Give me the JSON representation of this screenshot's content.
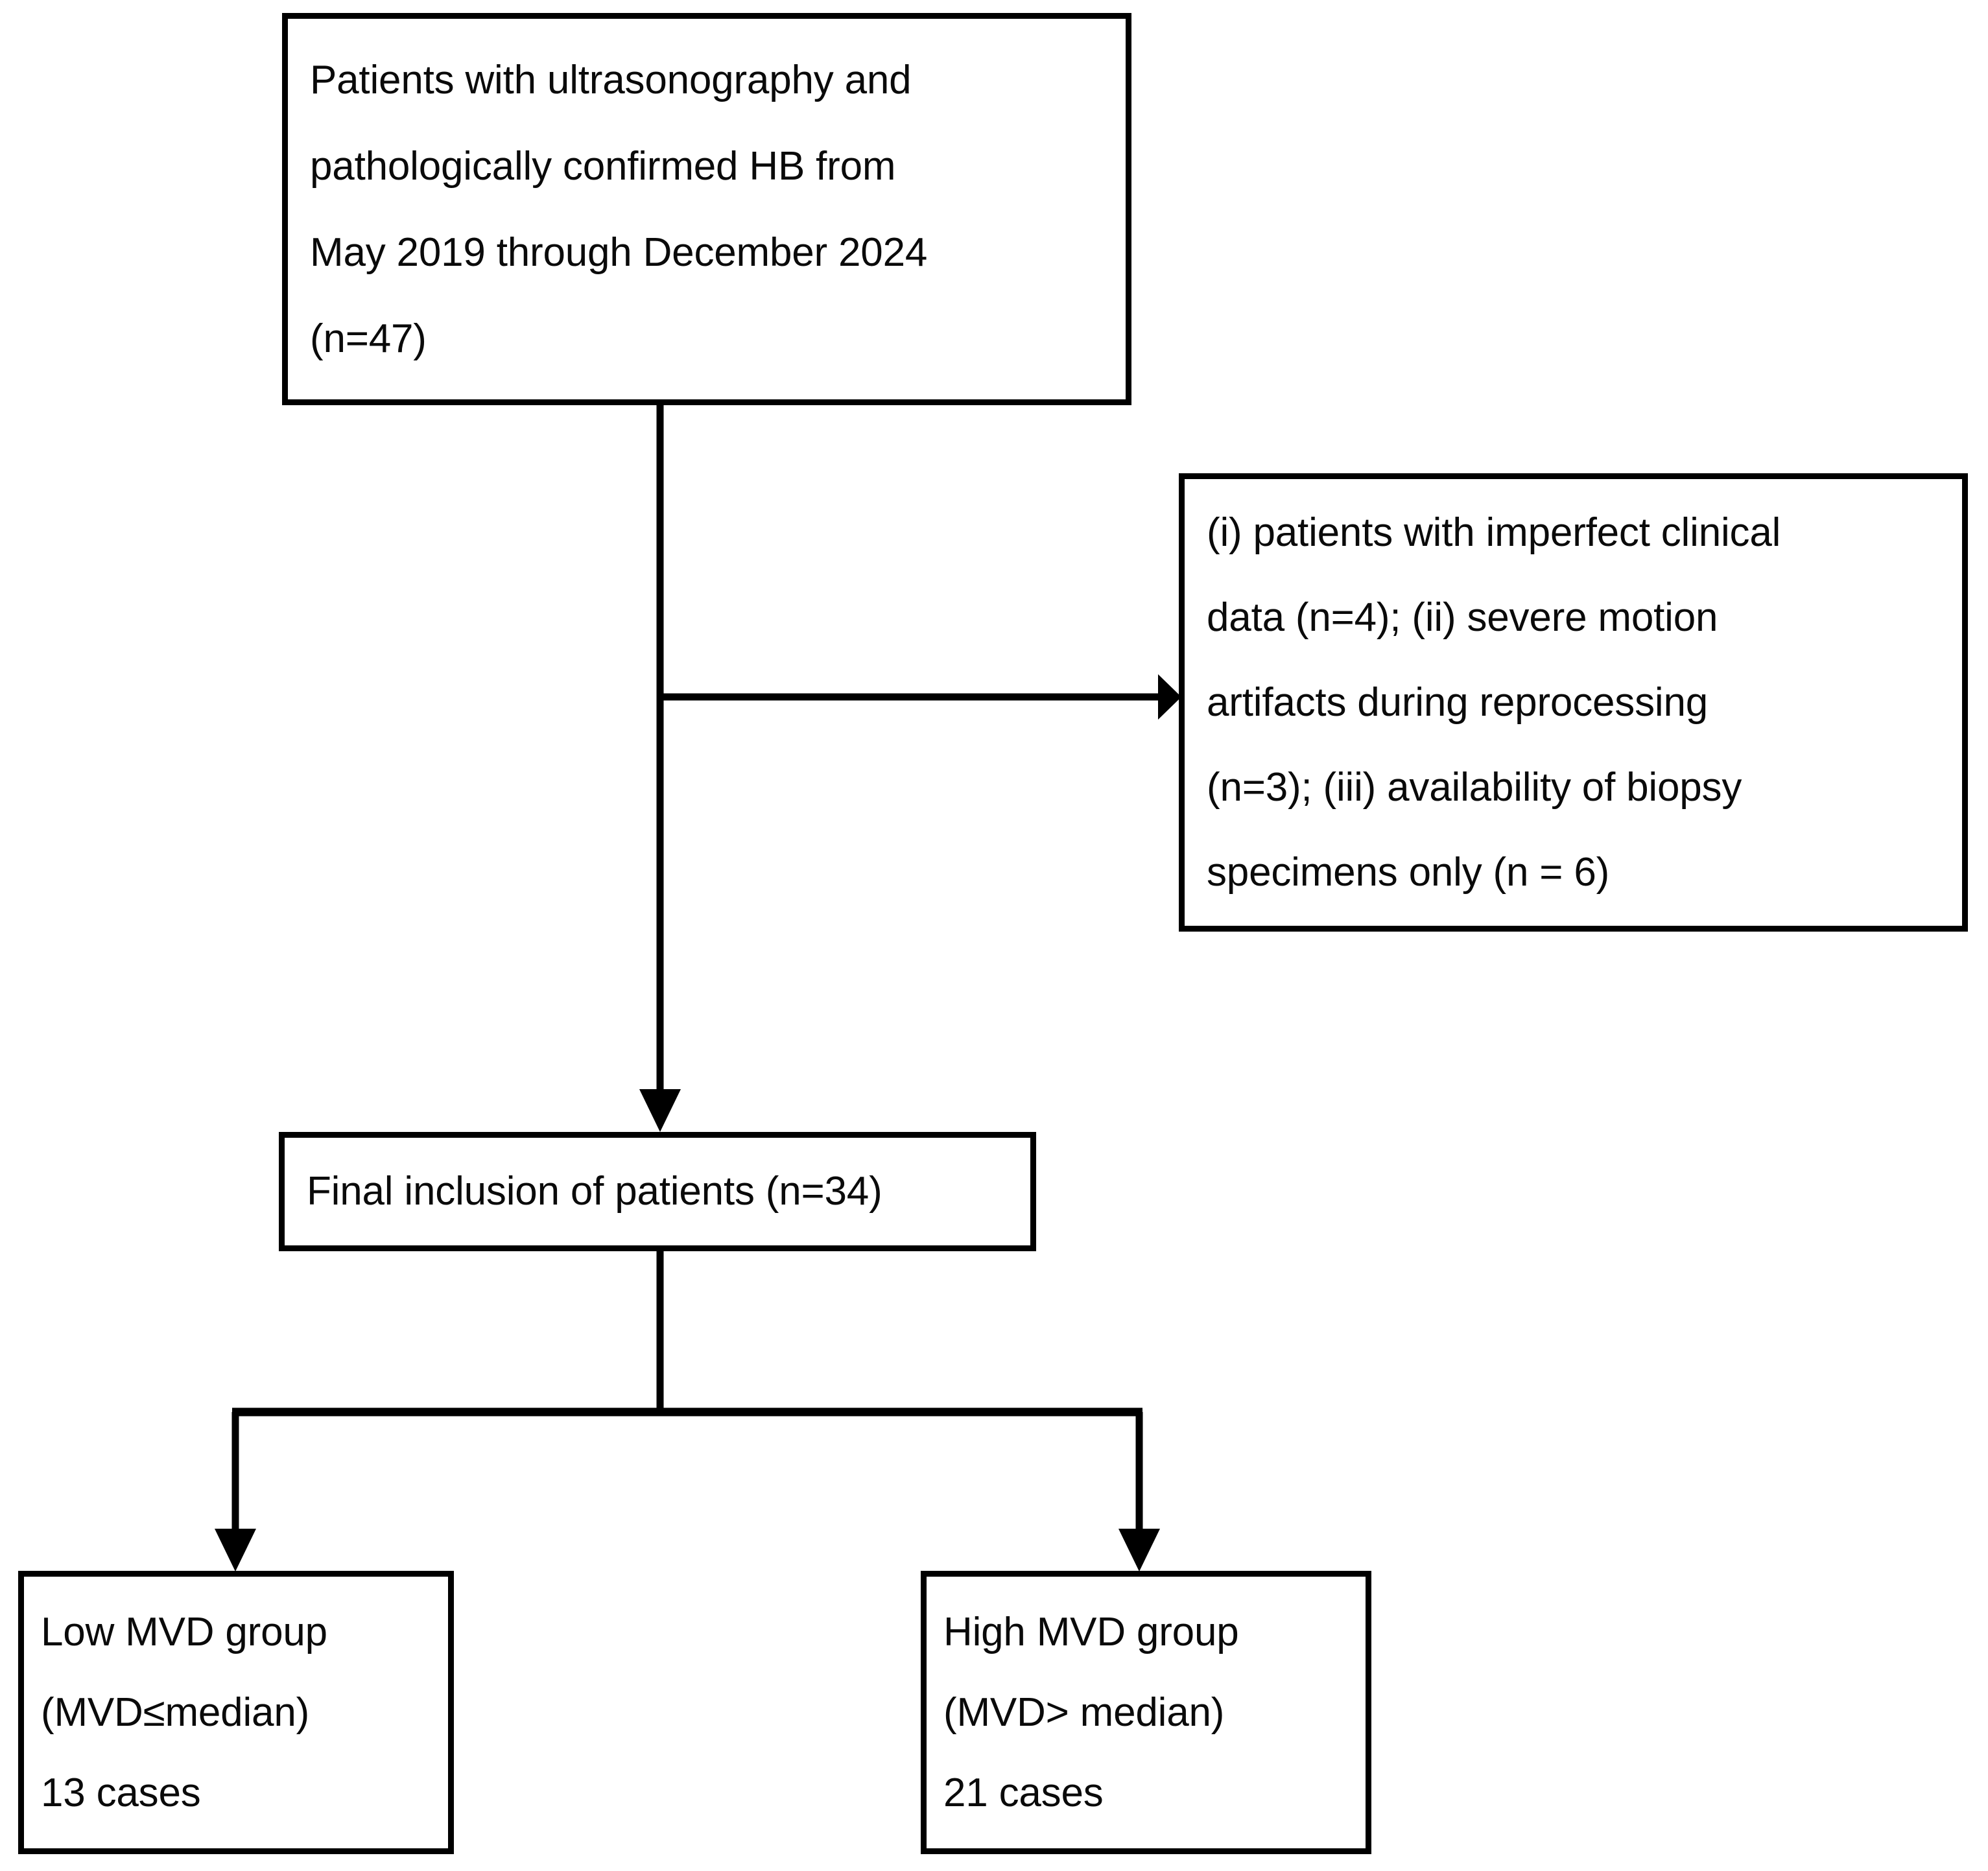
{
  "figure": {
    "type": "flowchart",
    "orientation": "top-to-bottom",
    "stroke_color": "#000000",
    "text_color": "#0a0a0a",
    "background_color": "#ffffff"
  },
  "nodes": {
    "source": {
      "id": "source-cohort",
      "lines": [
        "Patients with ultrasonography and",
        "pathologically confirmed HB from",
        "May 2019 through December 2024",
        "(n=47)"
      ]
    },
    "excluded": {
      "id": "exclusion-criteria",
      "lines": [
        "(i) patients with imperfect clinical",
        "data (n=4); (ii) severe motion",
        "artifacts during reprocessing",
        "(n=3); (iii) availability of biopsy",
        "specimens only (n = 6)"
      ]
    },
    "final": {
      "id": "final-inclusion",
      "lines": [
        "Final inclusion of patients (n=34)"
      ]
    },
    "low_mvd": {
      "id": "low-mvd-group",
      "lines": [
        "Low MVD group",
        "(MVD≤median)",
        "13 cases"
      ]
    },
    "high_mvd": {
      "id": "high-mvd-group",
      "lines": [
        "High MVD group",
        "(MVD> median)",
        "21 cases"
      ]
    }
  },
  "edges": [
    {
      "from": "source",
      "to": "excluded",
      "style": "orthogonal-right-arrow"
    },
    {
      "from": "source",
      "to": "final",
      "style": "vertical-arrow"
    },
    {
      "from": "final",
      "to": "low_mvd",
      "style": "split-left-arrow"
    },
    {
      "from": "final",
      "to": "high_mvd",
      "style": "split-right-arrow"
    }
  ],
  "counts": {
    "screened": 47,
    "excluded_imperfect_clinical_data": 4,
    "excluded_motion_artifacts": 3,
    "excluded_biopsy_only": 6,
    "included": 34,
    "low_mvd_cases": 13,
    "high_mvd_cases": 21
  }
}
